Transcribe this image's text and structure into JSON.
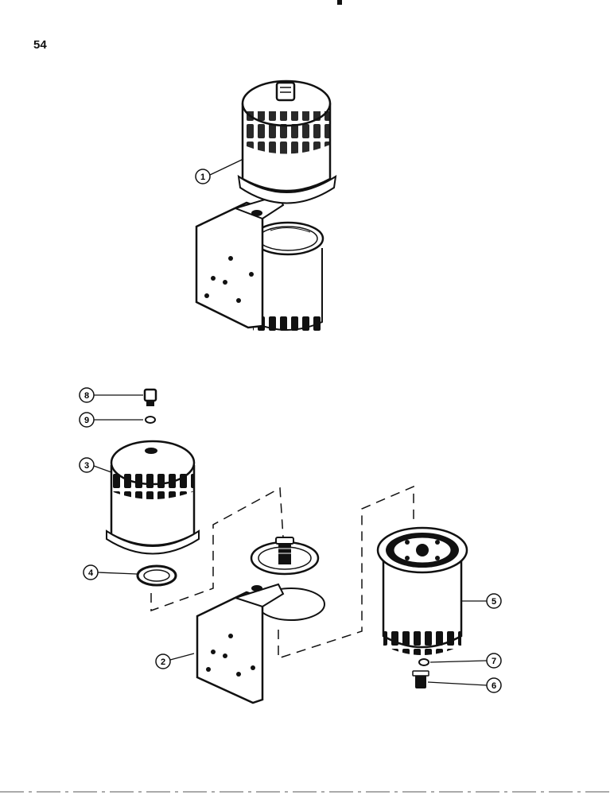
{
  "page": {
    "number": "54"
  },
  "callouts": {
    "c1": "1",
    "c2": "2",
    "c3": "3",
    "c4": "4",
    "c5": "5",
    "c6": "6",
    "c7": "7",
    "c8": "8",
    "c9": "9"
  },
  "colors": {
    "ink": "#111111",
    "paper": "#ffffff"
  }
}
